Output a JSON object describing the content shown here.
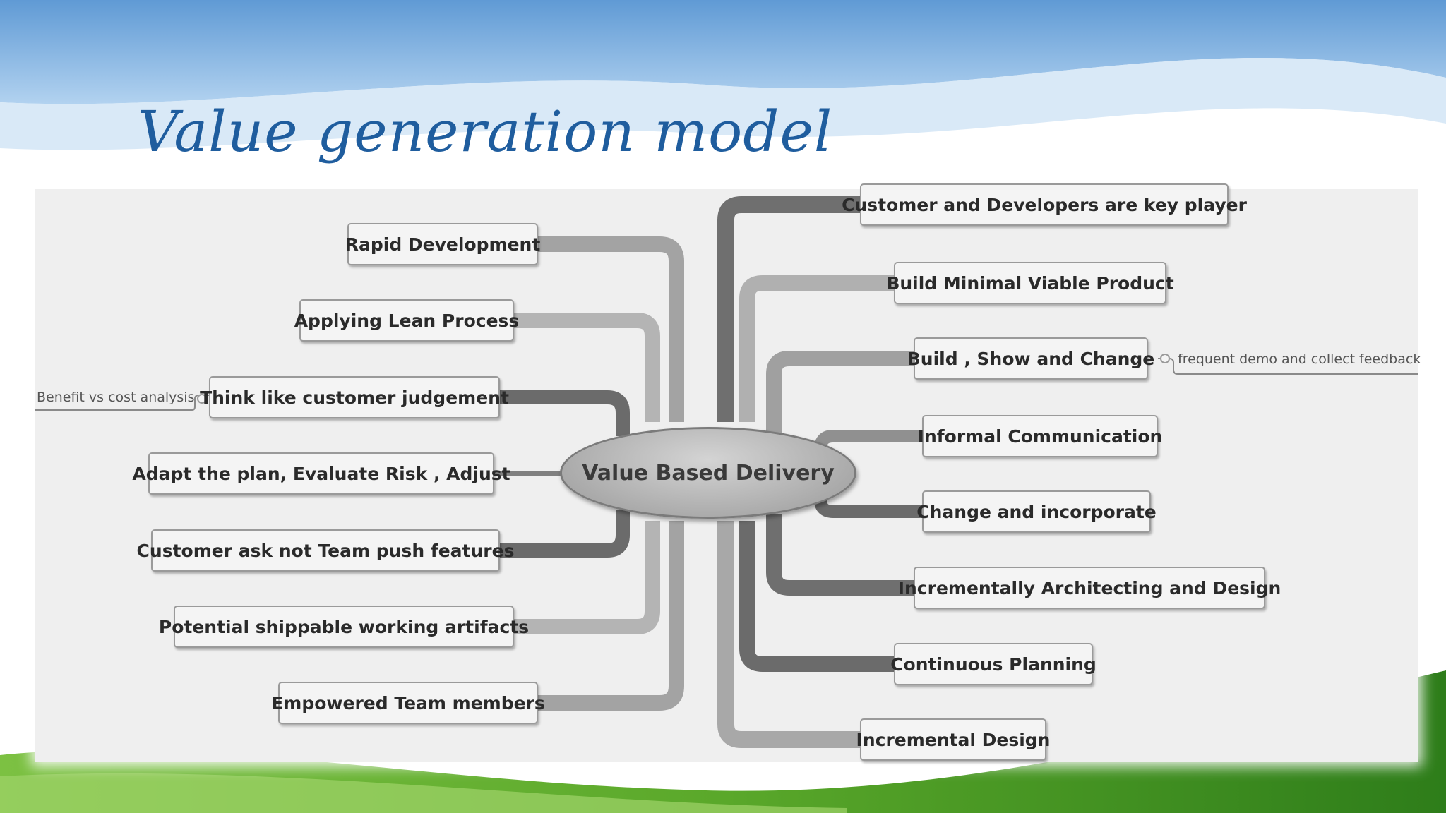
{
  "slide": {
    "title": "Value generation model"
  },
  "mindmap": {
    "center": "Value Based Delivery",
    "left_nodes": [
      "Rapid Development",
      "Applying Lean Process",
      "Think like customer judgement",
      "Adapt the plan, Evaluate Risk , Adjust",
      "Customer ask not Team push features",
      "Potential shippable working artifacts",
      "Empowered Team members"
    ],
    "right_nodes": [
      "Customer and Developers are key player",
      "Build Minimal Viable Product",
      "Build , Show and Change",
      "Informal Communication",
      "Change and incorporate",
      "Incrementally Architecting and Design",
      "Continuous Planning",
      "Incremental Design"
    ],
    "notes": {
      "left": "Benefit vs cost analysis",
      "right": "frequent demo and collect feedback"
    }
  },
  "colors": {
    "title": "#1f5d9e",
    "sky": "#6fa8dc",
    "grass": "#5fae2e",
    "branch_dark": "#6b6b6b",
    "branch_mid": "#8f8f8f",
    "branch_light": "#b0b0b0"
  }
}
